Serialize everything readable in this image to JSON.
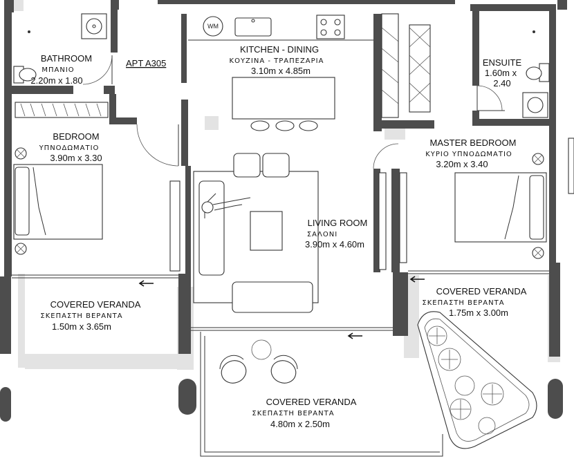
{
  "apartment": {
    "label": "APT A305"
  },
  "rooms": {
    "bathroom": {
      "name": "BATHROOM",
      "sub": "ΜΠΑΝΙΟ",
      "dims": "2.20m x 1.80"
    },
    "kitchen": {
      "name": "KITCHEN - DINING",
      "sub": "ΚΟΥΖΙΝΑ - ΤΡΑΠΕΖΑΡΙΑ",
      "dims": "3.10m x 4.85m"
    },
    "ensuite": {
      "name": "ENSUITE",
      "dims_line1": "1.60m x",
      "dims_line2": "2.40"
    },
    "bedroom": {
      "name": "BEDROOM",
      "sub": "ΥΠΝΟΔΩΜΑΤΙΟ",
      "dims": "3.90m x 3.30"
    },
    "master_bedroom": {
      "name": "MASTER BEDROOM",
      "sub": "ΚΥΡΙΟ ΥΠΝΟΔΩΜΑΤΙΟ",
      "dims": "3.20m x 3.40"
    },
    "living_room": {
      "name": "LIVING ROOM",
      "sub": "ΣΑΛΟΝΙ",
      "dims": "3.90m x 4.60m"
    },
    "veranda_left": {
      "name": "COVERED VERANDA",
      "sub": "ΣΚΕΠΑΣΤΗ ΒΕΡΑΝΤΑ",
      "dims": "1.50m x 3.65m"
    },
    "veranda_right": {
      "name": "COVERED VERANDA",
      "sub": "ΣΚΕΠΑΣΤΗ ΒΕΡΑΝΤΑ",
      "dims": "1.75m x 3.00m"
    },
    "veranda_bottom": {
      "name": "COVERED VERANDA",
      "sub": "ΣΚΕΠΑΣΤΗ ΒΕΡΑΝΤΑ",
      "dims": "4.80m x 2.50m"
    }
  },
  "appliances": {
    "washing_machine": "WM"
  }
}
